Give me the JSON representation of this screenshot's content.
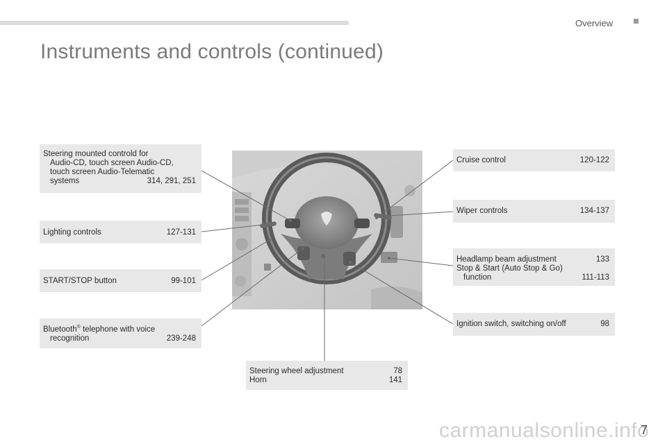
{
  "header": {
    "section": "Overview"
  },
  "title": "Instruments and controls (continued)",
  "callouts": {
    "steering_audio": {
      "line1": "Steering mounted controld for",
      "line2": "Audio-CD, touch screen Audio-CD,",
      "line3": "touch screen Audio-Telematic",
      "line4": "systems",
      "pages": "314, 291, 251"
    },
    "lighting": {
      "label": "Lighting controls",
      "pages": "127-131"
    },
    "start_stop": {
      "label": "START/STOP button",
      "pages": "99-101"
    },
    "bluetooth": {
      "line1a": "Bluetooth",
      "reg": "®",
      "line1b": " telephone with voice",
      "line2": "recognition",
      "pages": "239-248"
    },
    "steering_adjust": {
      "label1": "Steering wheel adjustment",
      "pages1": "78",
      "label2": "Horn",
      "pages2": "141"
    },
    "cruise": {
      "label": "Cruise control",
      "pages": "120-122"
    },
    "wiper": {
      "label": "Wiper controls",
      "pages": "134-137"
    },
    "headlamp": {
      "label1": "Headlamp beam adjustment",
      "pages1": "133",
      "label2": "Stop & Start (Auto Stop & Go)",
      "label3": "function",
      "pages3": "111-113"
    },
    "ignition": {
      "label": "Ignition switch, switching on/off",
      "pages": "98"
    }
  },
  "page_number": "7",
  "watermark": "carmanualsonline.info"
}
